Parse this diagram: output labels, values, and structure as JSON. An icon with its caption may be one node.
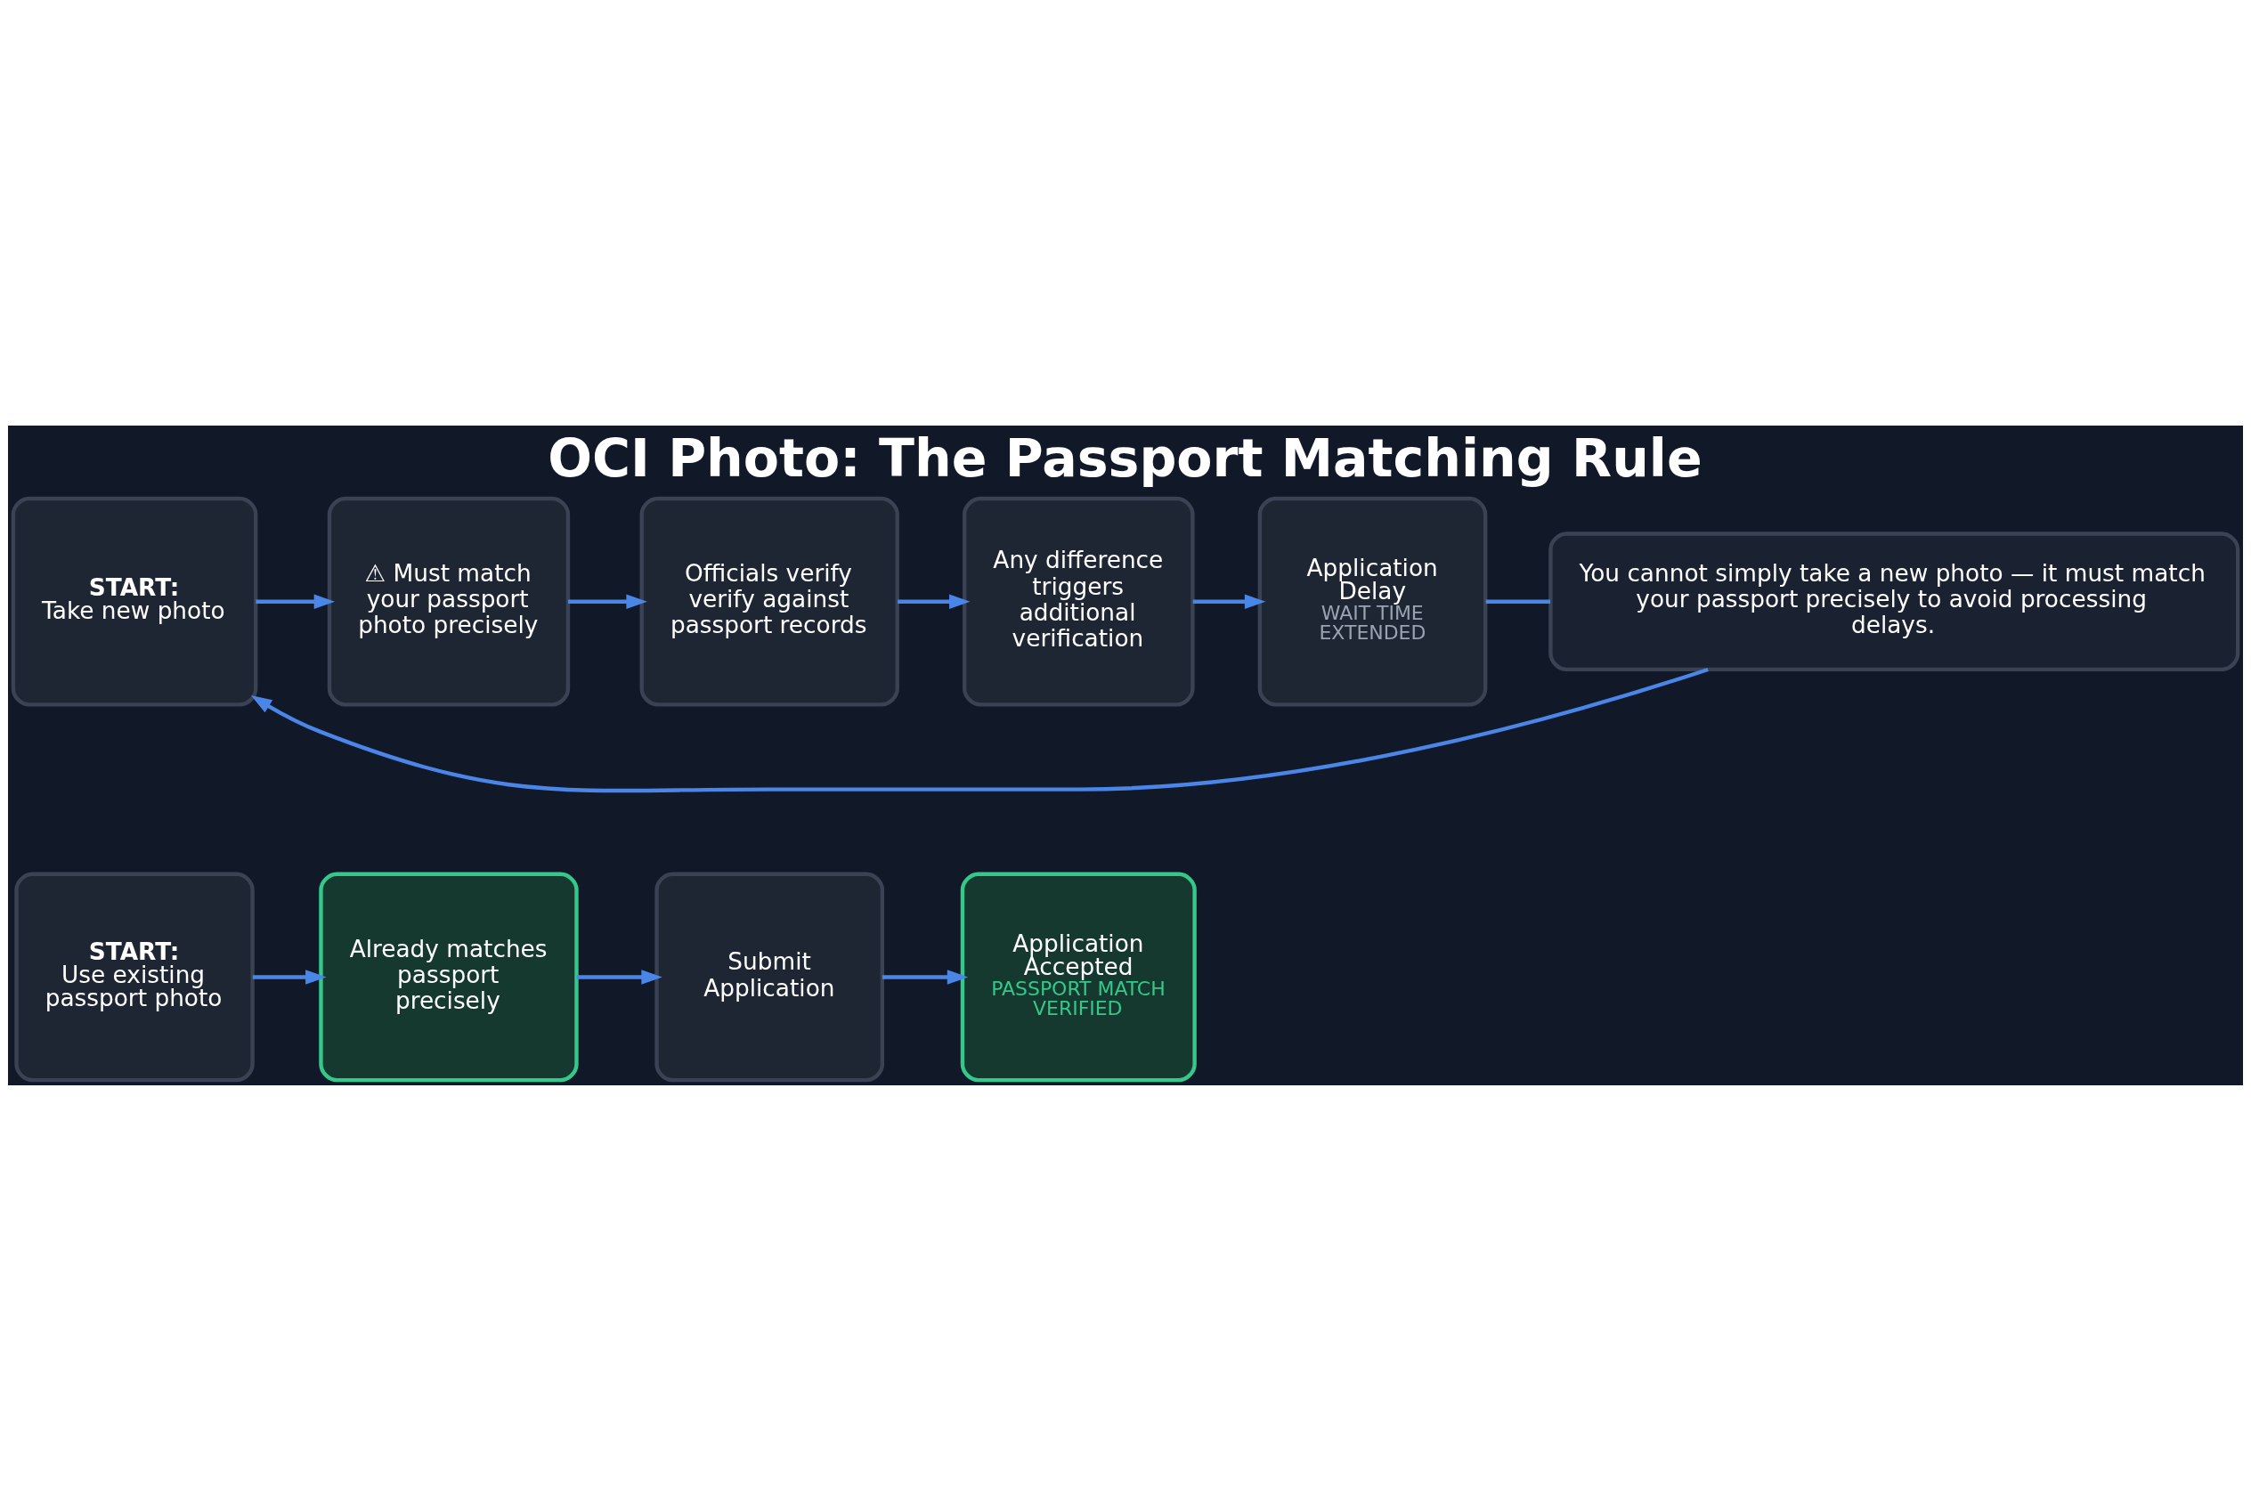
{
  "diagram": {
    "title": "OCI Photo: The Passport Matching Rule",
    "nodes": [
      {
        "text": [
          "START:",
          "Use existing passport photo"
        ]
      },
      {
        "text": [
          "Already matches passport precisely"
        ]
      },
      {
        "text": [
          "Submit Application"
        ]
      },
      {
        "text": [
          "Application Accepted",
          "PASSPORT MATCH VERIFIED"
        ]
      },
      {
        "text": [
          "START:",
          "Take new photo"
        ]
      },
      {
        "text": [
          "⚠ Must match your passport photo precisely"
        ]
      },
      {
        "text": [
          "Officials verify verify against passport records"
        ]
      },
      {
        "text": [
          "Any difference triggers additional verification"
        ]
      },
      {
        "text": [
          "Application Delay",
          "WAIT TIME EXTENDED"
        ]
      },
      {
        "text": [
          "You cannot simply take a new photo — it must match your passport precisely to avoid processing delays."
        ]
      }
    ],
    "edges": [
      {
        "from": 0,
        "to": 1,
        "arrow": "to"
      },
      {
        "from": 1,
        "to": 2,
        "arrow": "to"
      },
      {
        "from": 2,
        "to": 3,
        "arrow": "to"
      },
      {
        "from": 4,
        "to": 5,
        "arrow": "to"
      },
      {
        "from": 5,
        "to": 6,
        "arrow": "to"
      },
      {
        "from": 6,
        "to": 7,
        "arrow": "to"
      },
      {
        "from": 7,
        "to": 8,
        "arrow": "to"
      },
      {
        "from": 8,
        "to": 9,
        "arrow": "none"
      },
      {
        "from": 9,
        "to": 4,
        "arrow": "to"
      }
    ]
  }
}
